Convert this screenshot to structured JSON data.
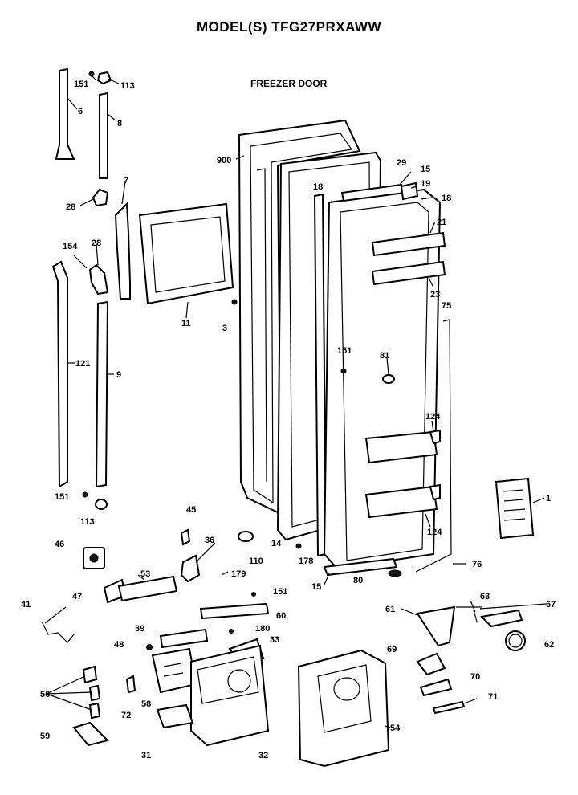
{
  "title": "MODEL(S) TFG27PRXAWW",
  "subtitle": "FREEZER DOOR",
  "callouts": [
    "151",
    "113",
    "6",
    "8",
    "900",
    "29",
    "15",
    "19",
    "18",
    "18",
    "7",
    "28",
    "21",
    "154",
    "28",
    "11",
    "3",
    "23",
    "75",
    "121",
    "9",
    "151",
    "81",
    "124",
    "151",
    "113",
    "45",
    "1",
    "36",
    "46",
    "110",
    "14",
    "178",
    "124",
    "179",
    "53",
    "151",
    "15",
    "80",
    "76",
    "47",
    "41",
    "63",
    "60",
    "67",
    "61",
    "39",
    "180",
    "33",
    "48",
    "69",
    "62",
    "70",
    "56",
    "58",
    "72",
    "71",
    "59",
    "31",
    "32",
    "54"
  ]
}
